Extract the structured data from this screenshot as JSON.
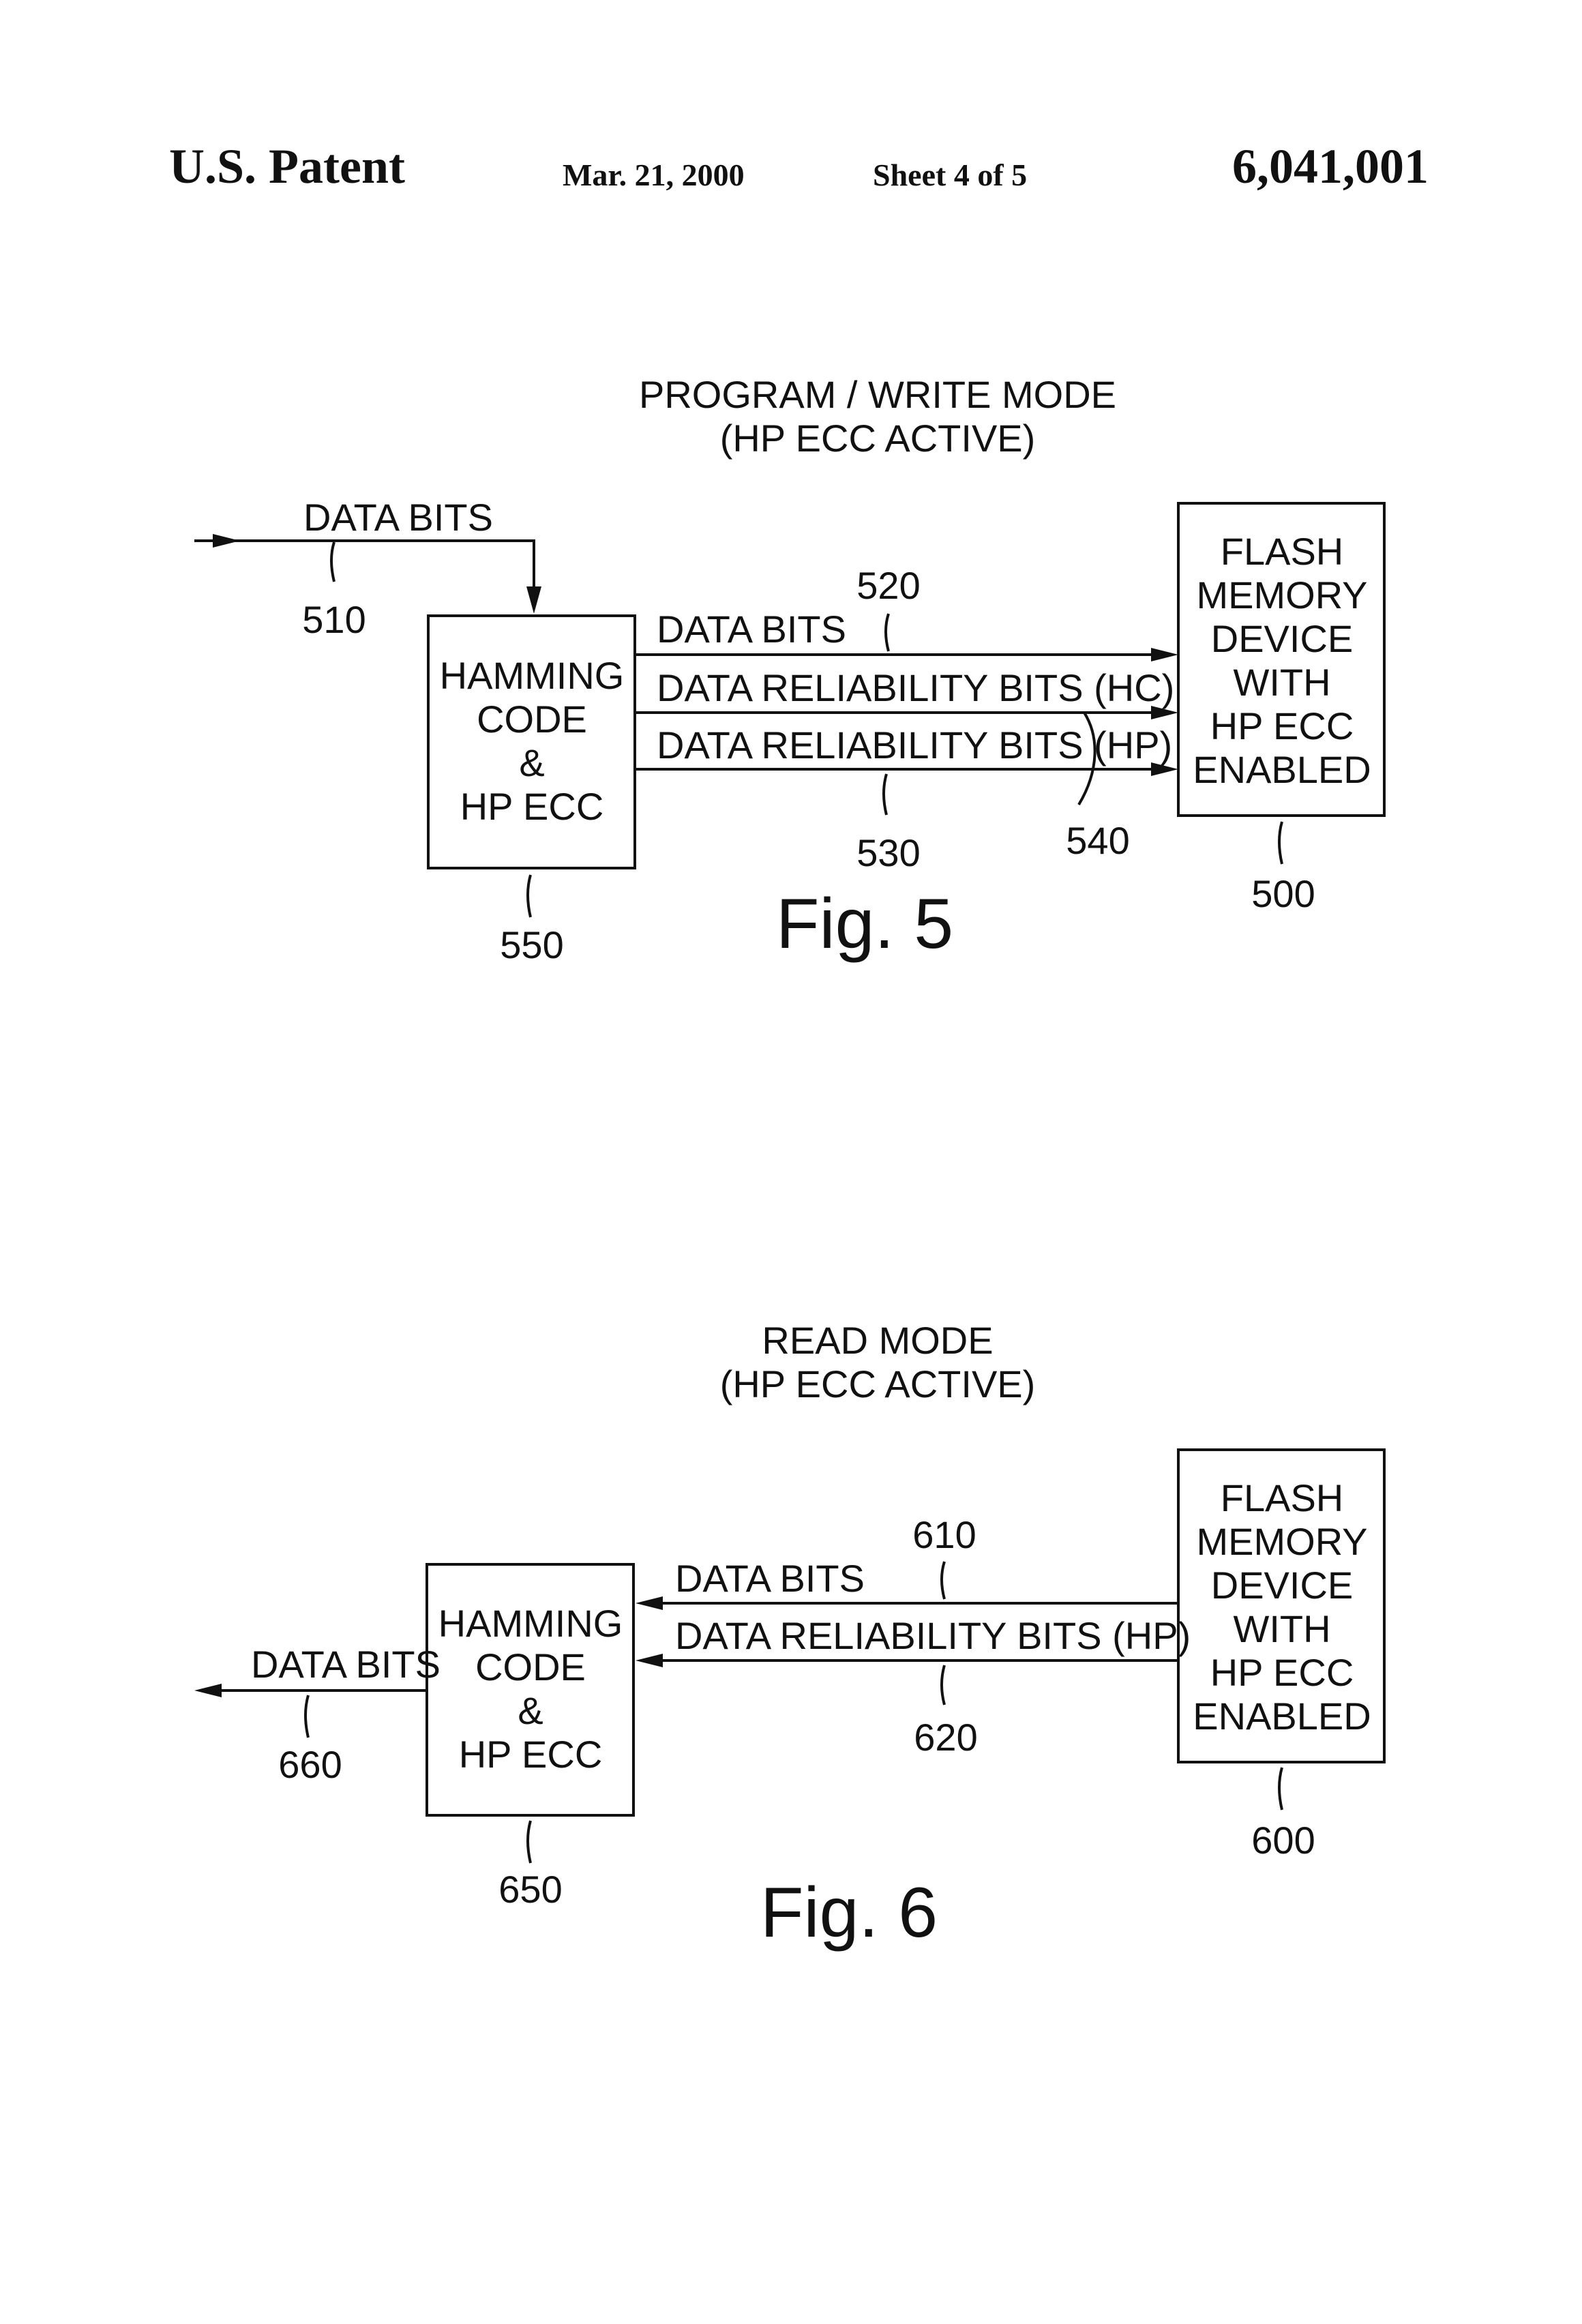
{
  "header": {
    "left": "U.S. Patent",
    "date": "Mar. 21, 2000",
    "sheet": "Sheet 4 of 5",
    "number": "6,041,001"
  },
  "fig5": {
    "title_line1": "PROGRAM / WRITE MODE",
    "title_line2": "(HP ECC ACTIVE)",
    "input_label": "DATA BITS",
    "ref_input": "510",
    "encoder_lines": [
      "HAMMING",
      "CODE",
      "&",
      "HP ECC"
    ],
    "ref_encoder": "550",
    "bus_data_label": "DATA BITS",
    "bus_hc_label": "DATA RELIABILITY BITS (HC)",
    "bus_hp_label": "DATA RELIABILITY BITS (HP)",
    "ref_data_bus": "520",
    "ref_hp_bus": "530",
    "ref_reliability": "540",
    "memory_lines": [
      "FLASH",
      "MEMORY",
      "DEVICE",
      "WITH",
      "HP ECC",
      "ENABLED"
    ],
    "ref_memory": "500",
    "caption": "Fig. 5"
  },
  "fig6": {
    "title_line1": "READ MODE",
    "title_line2": "(HP ECC ACTIVE)",
    "bus_data_label": "DATA BITS",
    "bus_hp_label": "DATA RELIABILITY BITS (HP)",
    "ref_data_bus": "610",
    "ref_hp_bus": "620",
    "memory_lines": [
      "FLASH",
      "MEMORY",
      "DEVICE",
      "WITH",
      "HP ECC",
      "ENABLED"
    ],
    "ref_memory": "600",
    "decoder_lines": [
      "HAMMING",
      "CODE",
      "&",
      "HP ECC"
    ],
    "ref_decoder": "650",
    "output_label": "DATA BITS",
    "ref_output": "660",
    "caption": "Fig. 6"
  }
}
